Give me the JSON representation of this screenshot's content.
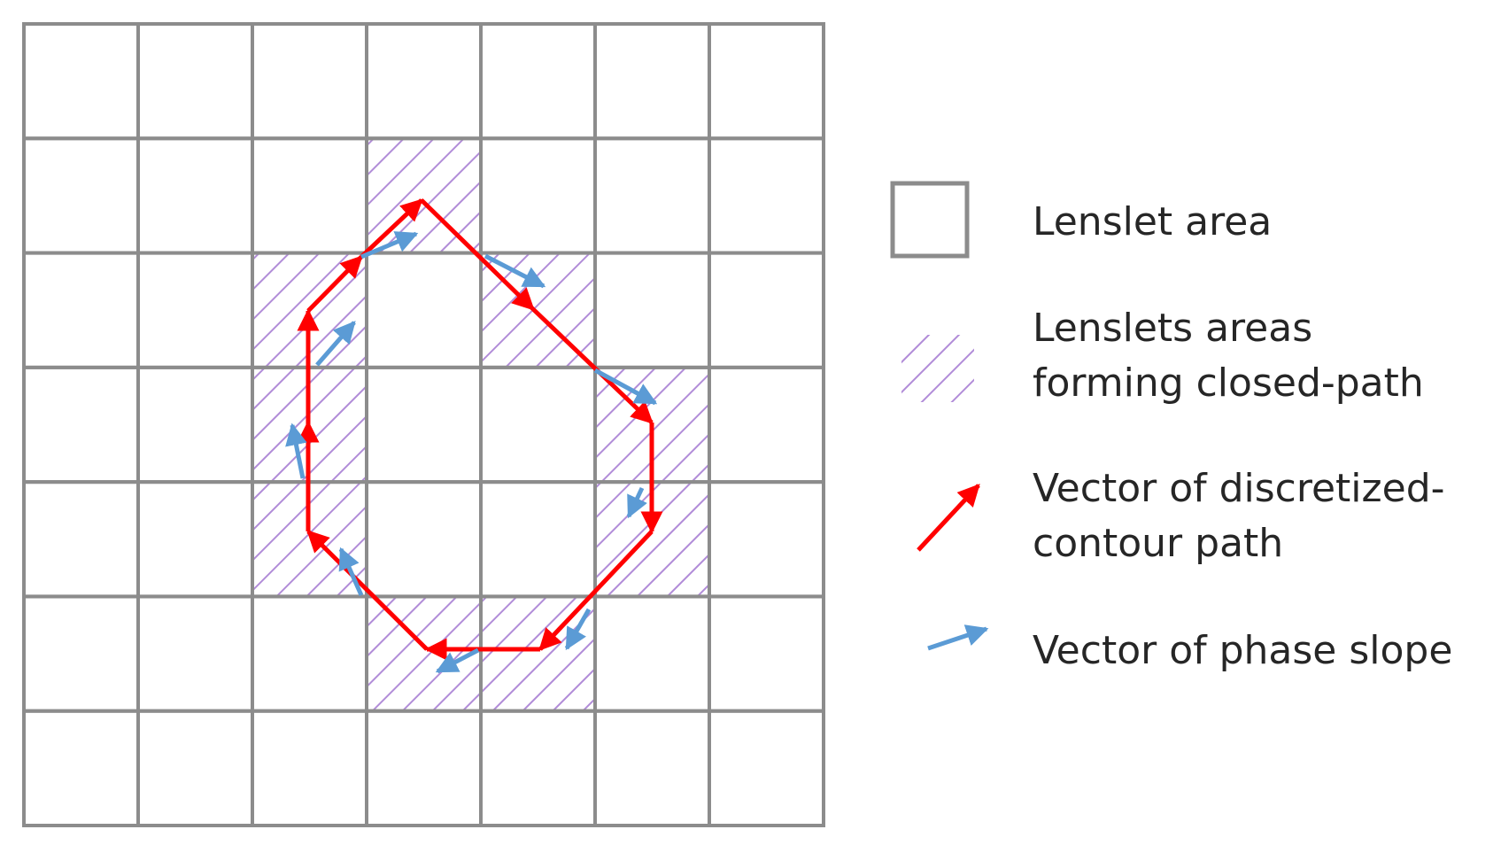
{
  "grid": {
    "rows": 7,
    "cols": 7,
    "line_color": "#8c8c8c"
  },
  "hatched_cells": [
    [
      1,
      3
    ],
    [
      2,
      2
    ],
    [
      2,
      4
    ],
    [
      3,
      2
    ],
    [
      3,
      5
    ],
    [
      4,
      2
    ],
    [
      4,
      5
    ],
    [
      5,
      3
    ],
    [
      5,
      4
    ]
  ],
  "hatch_color": "#b18cd8",
  "contour_color": "#ff0000",
  "slope_color": "#5b9bd5",
  "legend": {
    "items": [
      {
        "key": "lenslet_area",
        "lines": [
          "Lenslet area"
        ]
      },
      {
        "key": "closed_path",
        "lines": [
          "Lenslets areas",
          "forming closed-path"
        ]
      },
      {
        "key": "contour_vector",
        "lines": [
          "Vector of discretized-",
          "contour path"
        ]
      },
      {
        "key": "phase_slope",
        "lines": [
          "Vector of phase slope"
        ]
      }
    ]
  }
}
